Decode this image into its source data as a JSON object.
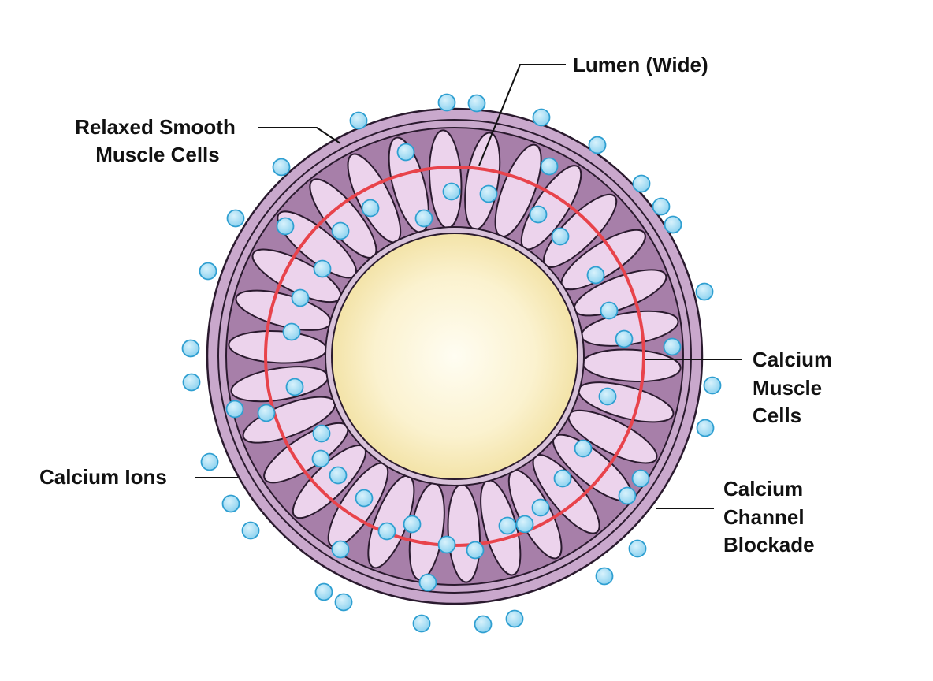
{
  "labels": {
    "lumen": "Lumen (Wide)",
    "relaxed_line1": "Relaxed Smooth",
    "relaxed_line2": "Muscle Cells",
    "calcium_muscle_line1": "Calcium",
    "calcium_muscle_line2": "Muscle",
    "calcium_muscle_line3": "Cells",
    "calcium_ions": "Calcium Ions",
    "blockade_line1": "Calcium",
    "blockade_line2": "Channel",
    "blockade_line3": "Blockade"
  },
  "colors": {
    "outer_wall": "#c9a8cc",
    "muscle_band": "#a77fa9",
    "muscle_cell": "#ecd3ec",
    "cell_outline": "#2a1a2e",
    "lumen_center": "#fffdf2",
    "lumen_edge": "#f3e3a8",
    "calcium_ring": "#e8434b",
    "calcium_ion": "#8fd3f0",
    "calcium_ion_outline": "#2f9fd1"
  },
  "diagram": {
    "muscle_cell_count": 30
  }
}
